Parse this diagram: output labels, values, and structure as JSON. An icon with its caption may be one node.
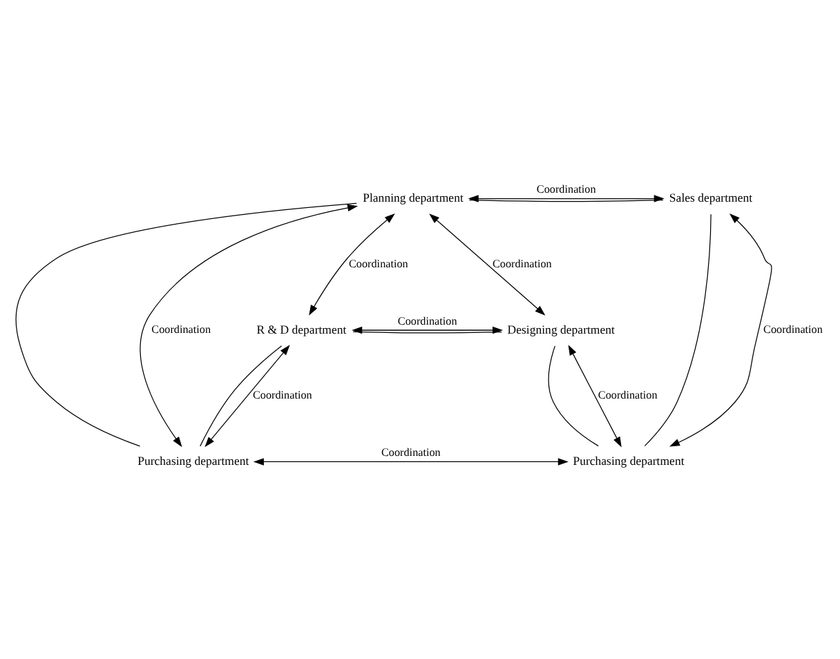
{
  "diagram": {
    "nodes": [
      {
        "text": [
          "Planning department"
        ]
      },
      {
        "text": [
          "Sales department"
        ]
      },
      {
        "text": [
          "Purchasing department"
        ]
      },
      {
        "text": [
          "Purchasing department"
        ]
      },
      {
        "text": [
          "R & D department"
        ]
      },
      {
        "text": [
          "Designing department"
        ]
      }
    ],
    "edges": [
      {
        "from": 0,
        "to": 1,
        "arrow": "none"
      },
      {
        "from": 1,
        "to": 3,
        "arrow": "none"
      },
      {
        "from": 3,
        "to": 5,
        "arrow": "none"
      },
      {
        "from": 5,
        "to": 4,
        "arrow": "none"
      },
      {
        "from": 4,
        "to": 2,
        "arrow": "none"
      },
      {
        "from": 2,
        "to": 0,
        "arrow": "none"
      },
      {
        "from": 0,
        "to": 1,
        "arrow": "both",
        "label": "Coordination"
      },
      {
        "from": 1,
        "to": 3,
        "arrow": "both",
        "label": "Coordination"
      },
      {
        "from": 3,
        "to": 5,
        "arrow": "both",
        "label": "Coordination"
      },
      {
        "from": 4,
        "to": 5,
        "arrow": "both",
        "label": "Coordination"
      },
      {
        "from": 2,
        "to": 4,
        "arrow": "both",
        "label": "Coordination"
      },
      {
        "from": 2,
        "to": 0,
        "arrow": "both",
        "label": "Coordination"
      },
      {
        "from": 0,
        "to": 4,
        "arrow": "both",
        "label": "Coordination"
      },
      {
        "from": 0,
        "to": 5,
        "arrow": "both",
        "label": "Coordination"
      },
      {
        "from": 2,
        "to": 3,
        "arrow": "both",
        "label": "Coordination"
      }
    ]
  }
}
